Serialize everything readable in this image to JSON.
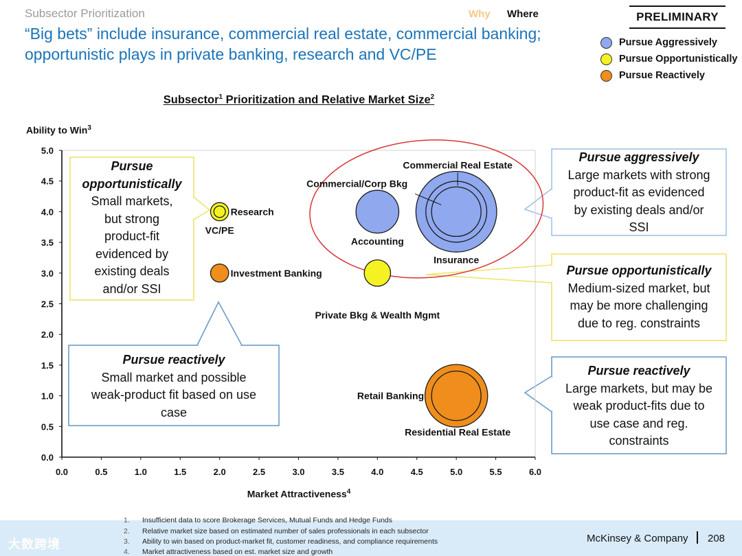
{
  "header": {
    "breadcrumb": "Subsector Prioritization",
    "nav_why": "Why",
    "nav_where": "Where",
    "badge": "PRELIMINARY",
    "headline_line1": "“Big bets” include insurance, commercial real estate, commercial banking;",
    "headline_line2": "opportunistic plays in private banking, research and VC/PE"
  },
  "legend": [
    {
      "label": "Pursue Aggressively",
      "color": "#8fa8ee"
    },
    {
      "label": "Pursue Opportunistically",
      "color": "#f5f223"
    },
    {
      "label": "Pursue Reactively",
      "color": "#ef8e1c"
    }
  ],
  "chart_data": {
    "type": "scatter",
    "title": "Subsector",
    "title_sup1": "1",
    "title_mid": " Prioritization and Relative Market Size",
    "title_sup2": "2",
    "ylabel": "Ability to Win",
    "ylabel_sup": "3",
    "xlabel": "Market Attractiveness",
    "xlabel_sup": "4",
    "xlim": [
      0,
      6
    ],
    "ylim": [
      0,
      5
    ],
    "x_ticks": [
      "0.0",
      "0.5",
      "1.0",
      "1.5",
      "2.0",
      "2.5",
      "3.0",
      "3.5",
      "4.0",
      "4.5",
      "5.0",
      "5.5",
      "6.0"
    ],
    "y_ticks": [
      "0.0",
      "0.5",
      "1.0",
      "1.5",
      "2.0",
      "2.5",
      "3.0",
      "3.5",
      "4.0",
      "4.5",
      "5.0"
    ],
    "grid": false,
    "points": [
      {
        "label": "Research",
        "x": 2.0,
        "y": 4.0,
        "size": 1.1,
        "category": "Pursue Opportunistically",
        "color": "#f5f223"
      },
      {
        "label": "VC/PE",
        "x": 2.0,
        "y": 4.0,
        "size": 0.7,
        "category": "Pursue Opportunistically",
        "color": "#f5f223"
      },
      {
        "label": "Investment Banking",
        "x": 2.0,
        "y": 3.0,
        "size": 1.1,
        "category": "Pursue Reactively",
        "color": "#ef8e1c"
      },
      {
        "label": "Accounting",
        "x": 4.0,
        "y": 4.0,
        "size": 2.6,
        "category": "Pursue Aggressively",
        "color": "#8fa8ee"
      },
      {
        "label": "Private Bkg & Wealth Mgmt",
        "x": 4.0,
        "y": 3.0,
        "size": 1.6,
        "category": "Pursue Opportunistically",
        "color": "#f5f223"
      },
      {
        "label": "Insurance",
        "x": 5.0,
        "y": 4.0,
        "size": 4.9,
        "category": "Pursue Aggressively",
        "color": "#8fa8ee"
      },
      {
        "label": "Commercial/Corp Bkg",
        "x": 5.0,
        "y": 4.0,
        "size": 3.7,
        "category": "Pursue Aggressively",
        "color": "#8fa8ee"
      },
      {
        "label": "Commercial Real Estate",
        "x": 5.0,
        "y": 4.0,
        "size": 3.0,
        "category": "Pursue Aggressively",
        "color": "#8fa8ee"
      },
      {
        "label": "Retail Banking",
        "x": 5.0,
        "y": 1.0,
        "size": 3.8,
        "category": "Pursue Reactively",
        "color": "#ef8e1c"
      },
      {
        "label": "Residential Real Estate",
        "x": 5.0,
        "y": 1.0,
        "size": 3.0,
        "category": "Pursue Reactively",
        "color": "#ef8e1c"
      }
    ],
    "highlight_color": "#d8343b"
  },
  "callouts": {
    "opp_left": {
      "title": "Pursue opportunistically",
      "lines": [
        "Small markets,",
        "but strong",
        "product-fit",
        "evidenced by",
        "existing deals",
        "and/or SSI"
      ],
      "border": "#f0e36a"
    },
    "reactive_left": {
      "title": "Pursue reactively",
      "lines": [
        "Small market and possible",
        "weak-product fit based on use",
        "case"
      ],
      "border": "#6b9bc7"
    },
    "aggr_right": {
      "title": "Pursue aggressively",
      "lines": [
        "Large markets with strong",
        "product-fit as evidenced",
        "by existing deals and/or",
        "SSI"
      ],
      "border": "#9fc3e6"
    },
    "opp_right": {
      "title": "Pursue opportunistically",
      "lines": [
        "Medium-sized market, but",
        "may be more challenging",
        "due to reg. constraints"
      ],
      "border": "#f0e36a"
    },
    "reactive_right": {
      "title": "Pursue reactively",
      "lines": [
        "Large markets, but may be",
        "weak product-fits due to",
        "use case and reg.",
        "constraints"
      ],
      "border": "#6b9bc7"
    }
  },
  "footnotes": [
    {
      "num": "1.",
      "text": "Insufficient data to score Brokerage Services, Mutual Funds and Hedge Funds"
    },
    {
      "num": "2.",
      "text": "Relative market size based on estimated number of sales professionals in each subsector"
    },
    {
      "num": "3.",
      "text": "Ability to win based on product-market fit, customer readiness, and compliance requirements"
    },
    {
      "num": "4.",
      "text": "Market attractiveness based on est. market size and growth"
    }
  ],
  "footer": {
    "brand": "McKinsey & Company",
    "page": "208",
    "watermark": "大数跨境"
  }
}
